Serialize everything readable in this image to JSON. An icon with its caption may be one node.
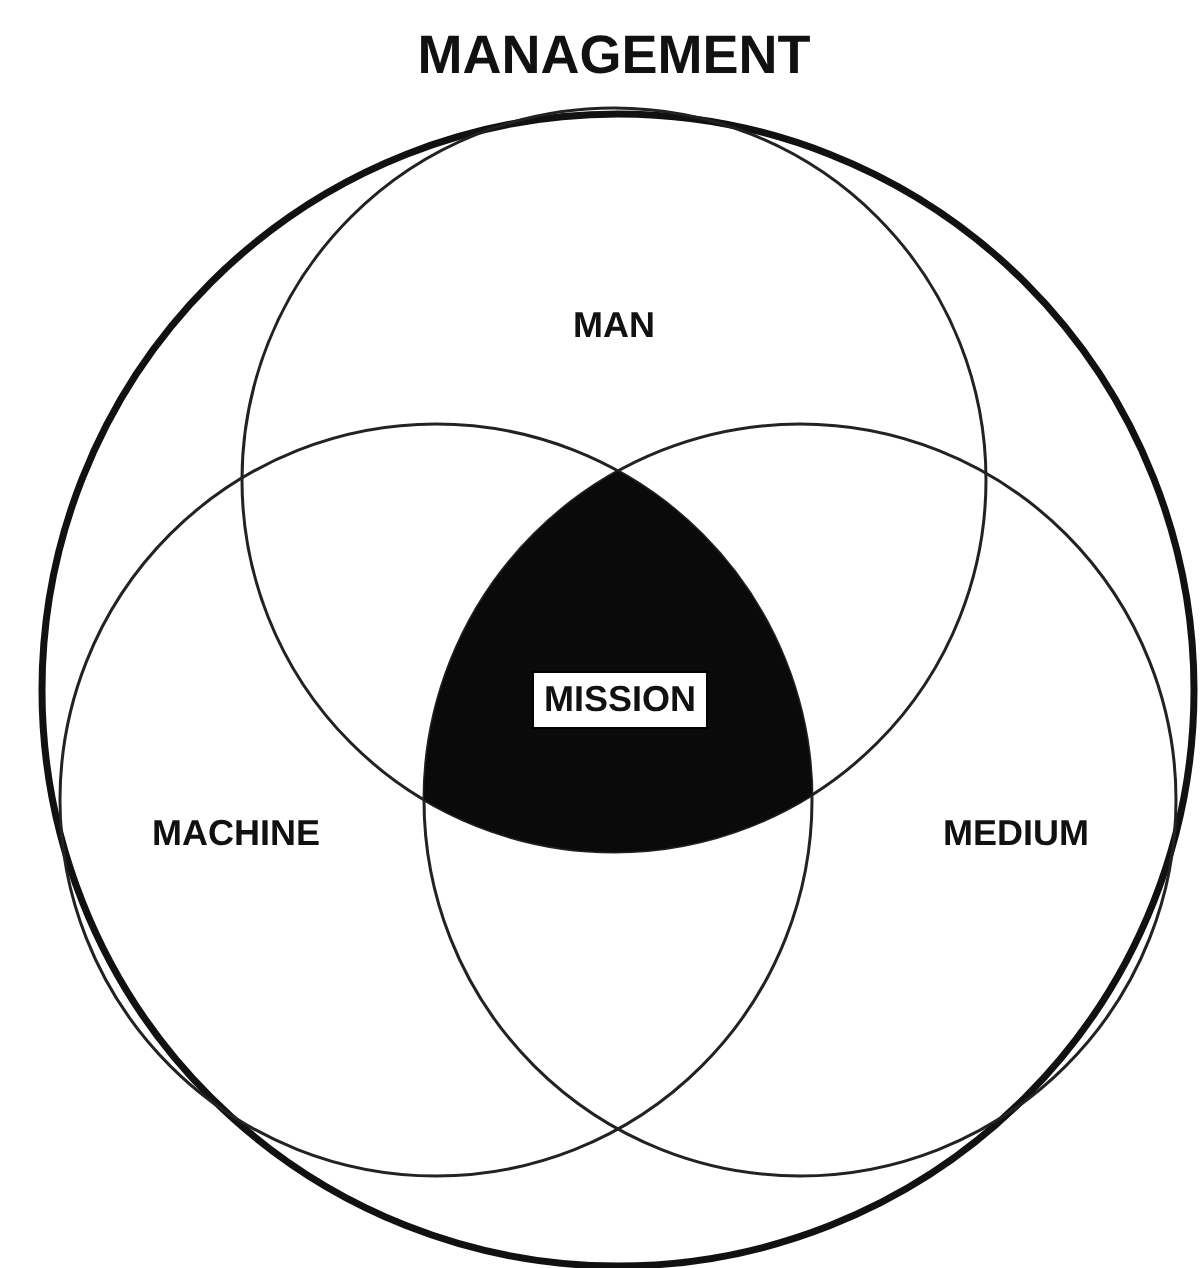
{
  "diagram": {
    "nodes": [
      {
        "text": [
          "MANAGEMENT"
        ]
      },
      {
        "text": [
          "MAN"
        ],
        "in": 0
      },
      {
        "text": [
          "MACHINE"
        ],
        "in": 0
      },
      {
        "text": [
          "MEDIUM"
        ],
        "in": 0
      },
      {
        "text": [
          "MISSION"
        ],
        "in": 0
      }
    ]
  }
}
